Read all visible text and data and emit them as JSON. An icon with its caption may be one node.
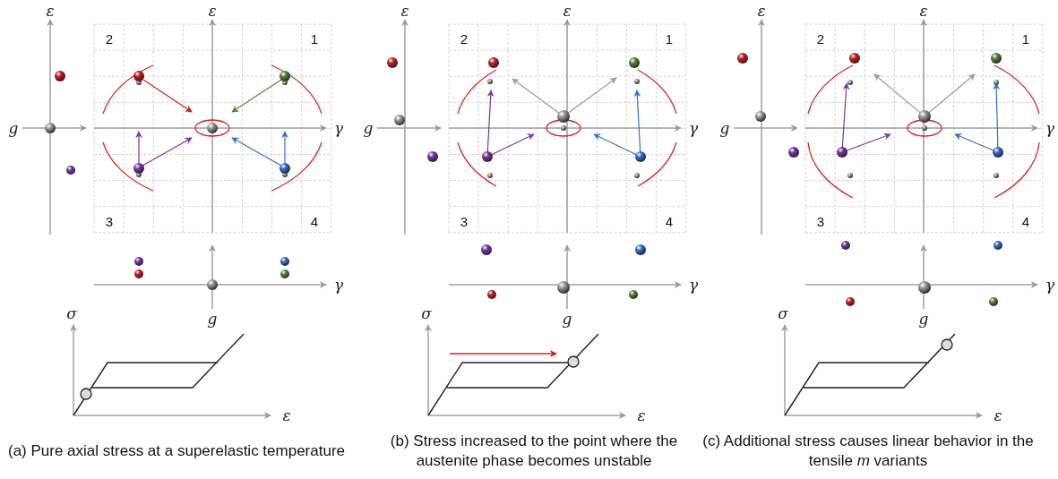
{
  "diagram": {
    "labels": [
      "ε",
      "ε",
      "2",
      "1",
      "g",
      "γ",
      "3",
      "4",
      "γ",
      "g",
      "σ",
      "ε",
      "(a) Pure axial stress at a superelastic temperature",
      "ε",
      "ε",
      "2",
      "1",
      "g",
      "γ",
      "3",
      "4",
      "γ",
      "g",
      "σ",
      "ε",
      "(b) Stress increased to the point where the austenite phase becomes unstable",
      "ε",
      "ε",
      "2",
      "1",
      "g",
      "γ",
      "3",
      "4",
      "γ",
      "g",
      "σ",
      "ε",
      "(c) Additional stress causes linear behavior in the tensile *m* variants"
    ]
  }
}
